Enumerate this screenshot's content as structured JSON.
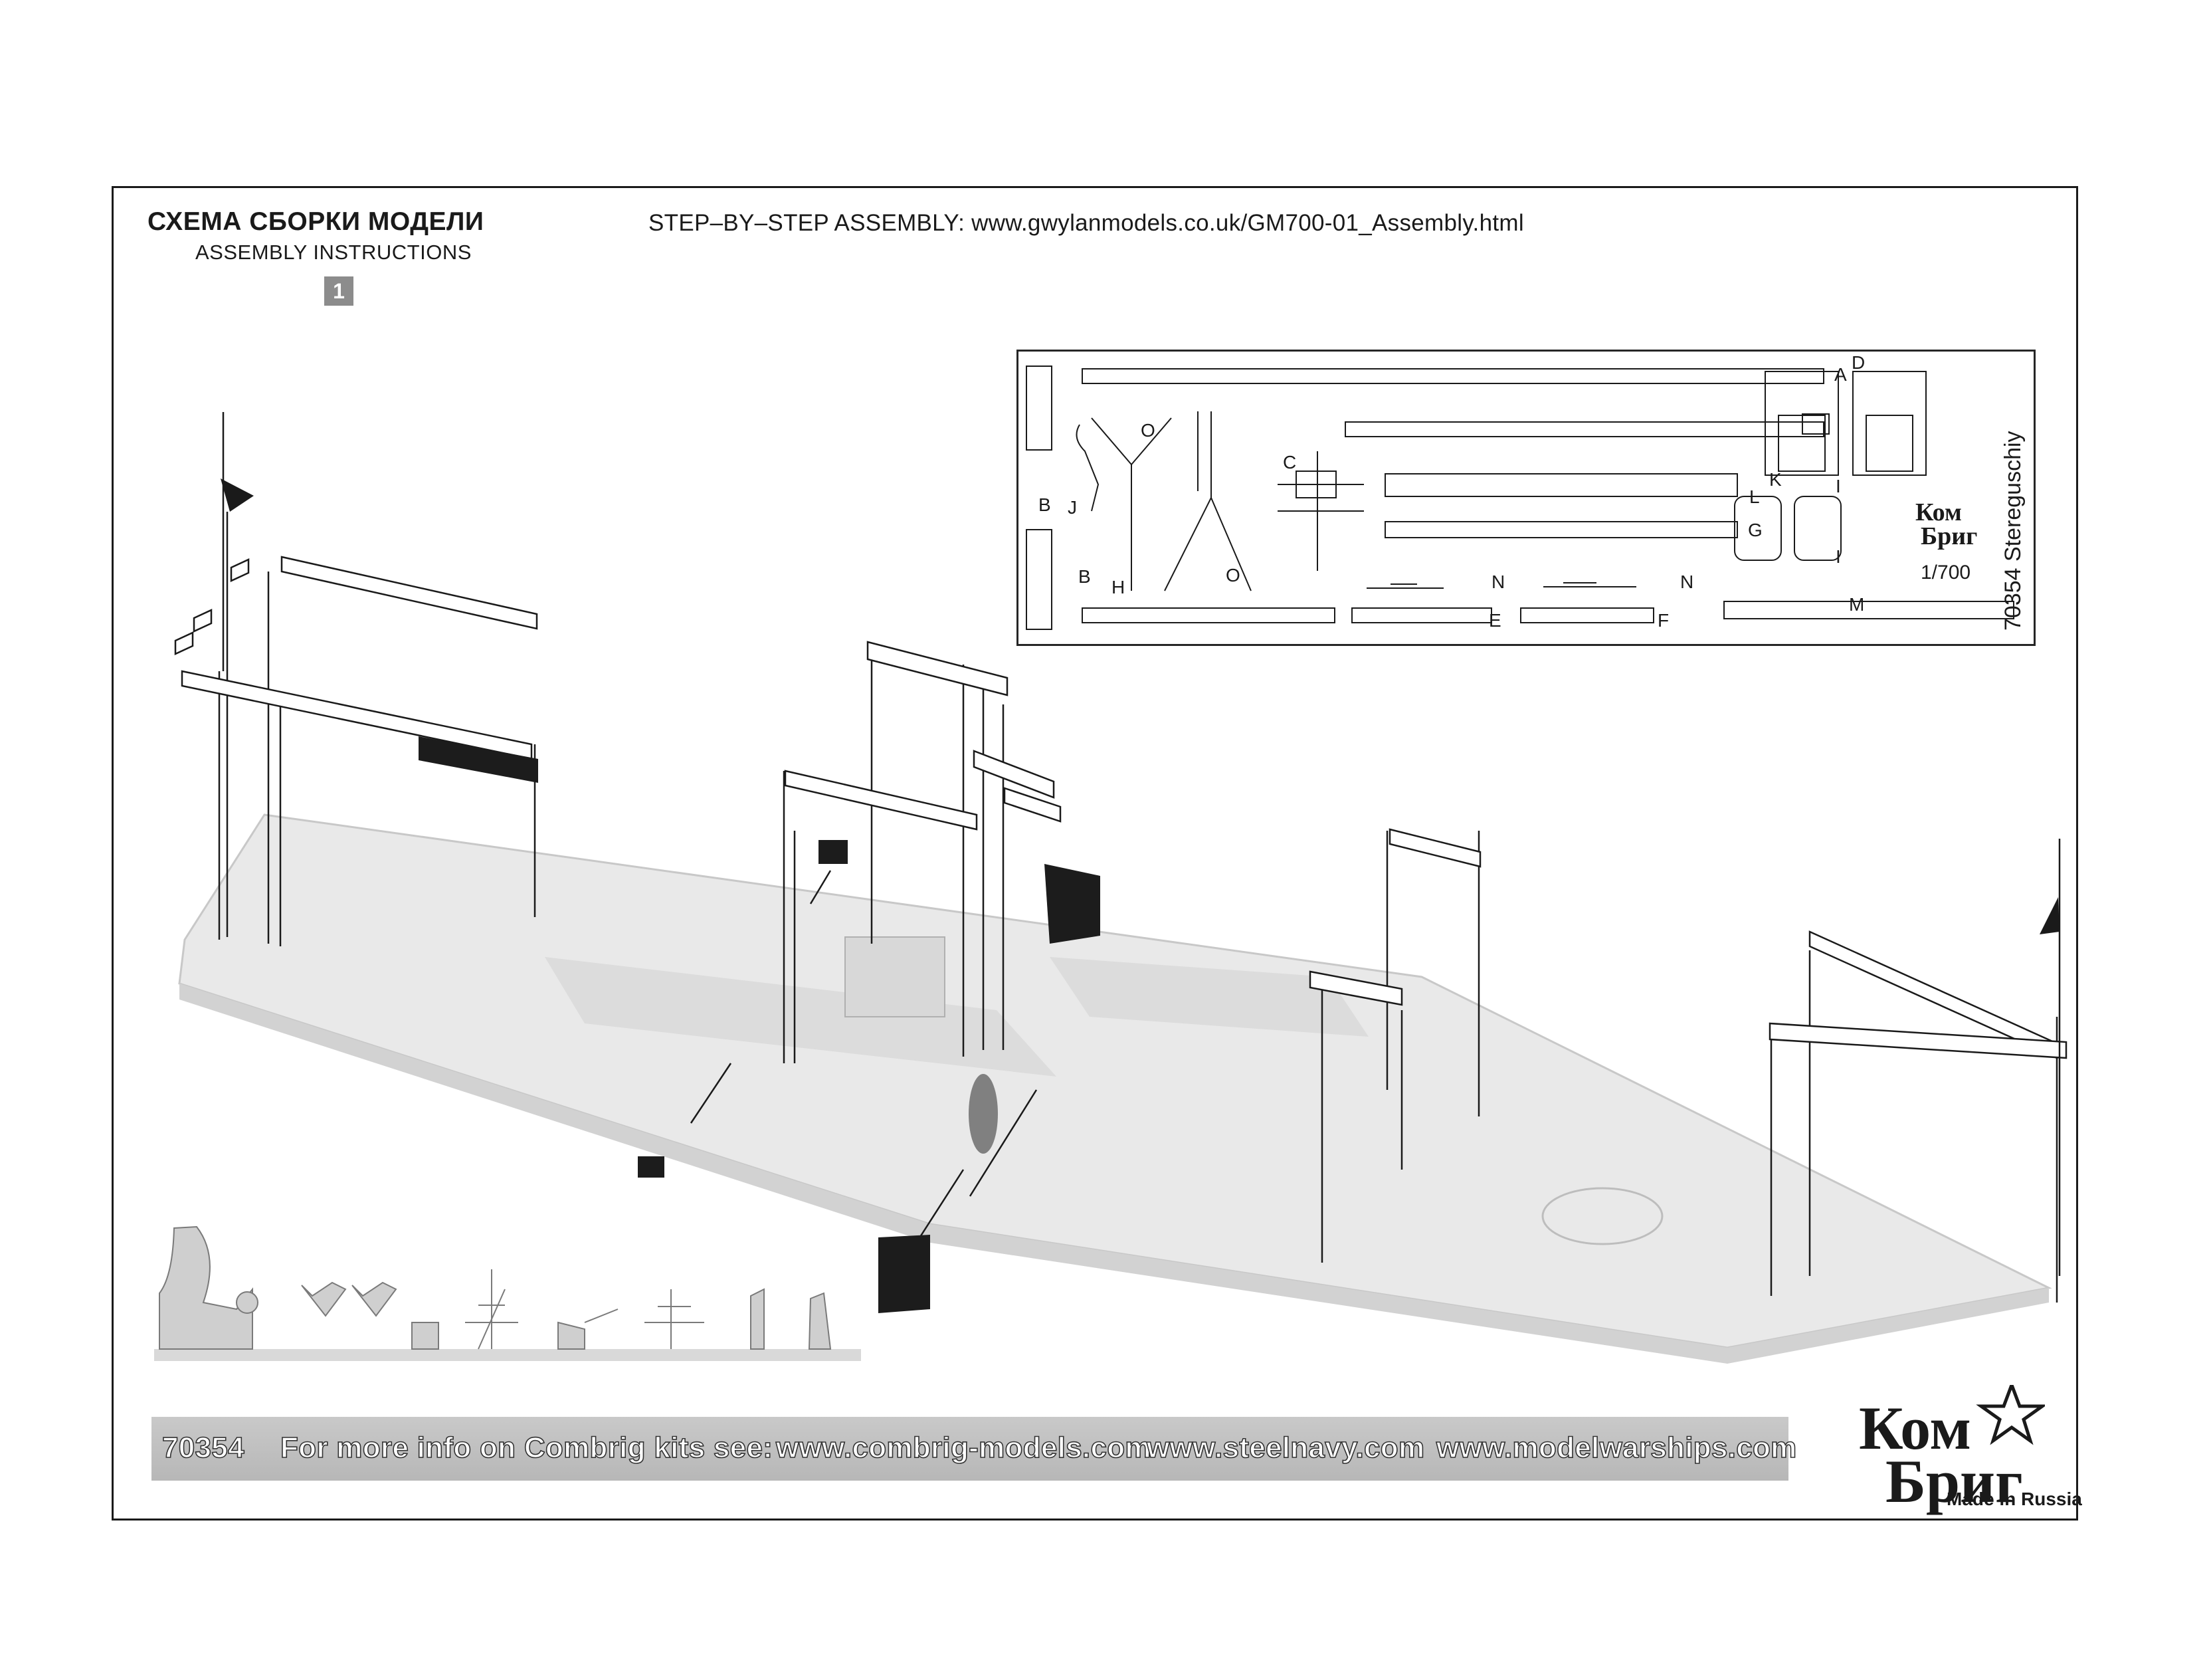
{
  "header": {
    "title_ru": "СХЕМА СБОРКИ МОДЕЛИ",
    "title_en": "ASSEMBLY INSTRUCTIONS",
    "step_number": "1",
    "step_url": "STEP–BY–STEP ASSEMBLY: www.gwylanmodels.co.uk/GM700-01_Assembly.html"
  },
  "fret": {
    "part_letters": {
      "A": "A",
      "B1": "B",
      "B2": "B",
      "C": "C",
      "D": "D",
      "E": "E",
      "F": "F",
      "G": "G",
      "H": "H",
      "I1": "I",
      "I2": "I",
      "J": "J",
      "K": "K",
      "L": "L",
      "M": "M",
      "N1": "N",
      "N2": "N",
      "O1": "O",
      "O2": "O"
    },
    "kit_title": "70354 Stereguschiy",
    "scale": "1/700",
    "brand_top": "Ком",
    "brand_bottom": "Бриг"
  },
  "footer": {
    "kit_number": "70354",
    "info_text": "For more info on Combrig kits see:",
    "link_1": "www.combrig-models.com",
    "link_2": "www.steelnavy.com",
    "link_3": "www.modelwarships.com"
  },
  "logo": {
    "top": "Ком",
    "bottom": "Бриг",
    "made_in": "Made in Russia"
  },
  "colors": {
    "ink": "#1a1a1a",
    "hull": "#ececec",
    "hull_shadow": "#d6d6d6",
    "band": "#bdbdbd",
    "dark_part": "#1c1c1c"
  }
}
